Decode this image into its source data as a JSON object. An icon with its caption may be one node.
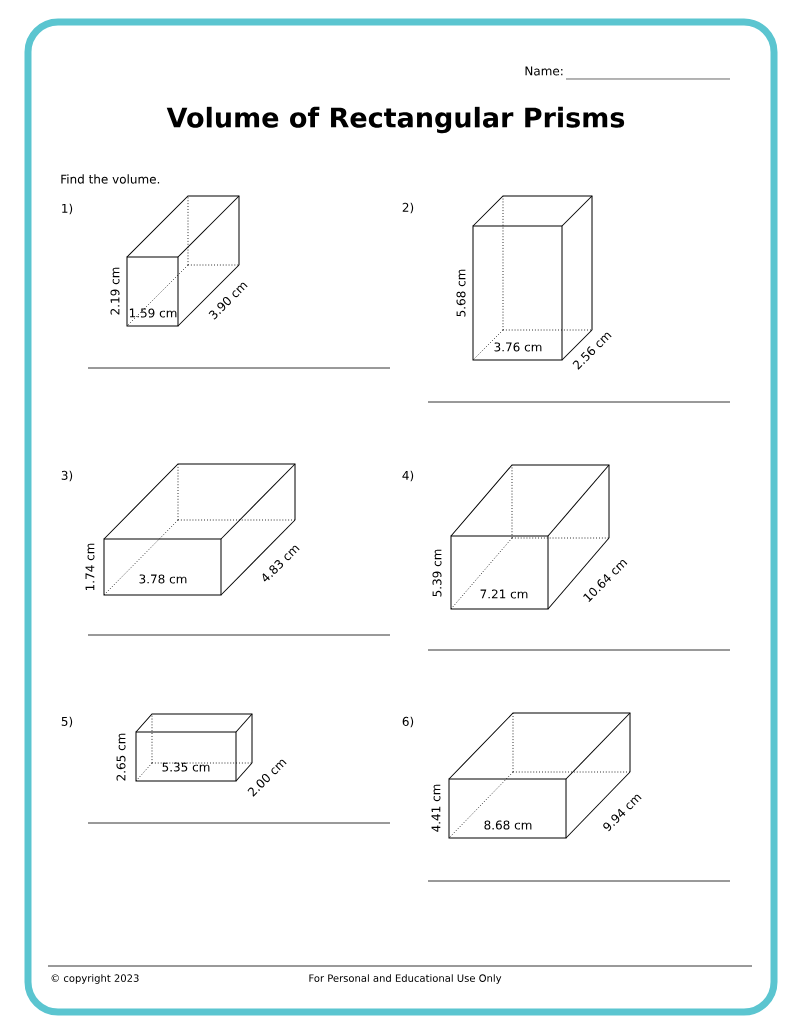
{
  "diagram": {
    "title": "Volume of Rectangular Prisms",
    "labels": [
      "Name:",
      "Find the volume.",
      "1)",
      "2.19 cm",
      "1.59 cm",
      "3.90 cm",
      "2)",
      "5.68 cm",
      "3.76 cm",
      "2.56 cm",
      "3)",
      "1.74 cm",
      "3.78 cm",
      "4.83 cm",
      "4)",
      "5.39 cm",
      "7.21 cm",
      "10.64 cm",
      "5)",
      "2.65 cm",
      "5.35 cm",
      "2.00 cm",
      "6)",
      "4.41 cm",
      "8.68 cm",
      "9.94 cm",
      "© copyright 2023",
      "For Personal and Educational Use Only"
    ]
  }
}
